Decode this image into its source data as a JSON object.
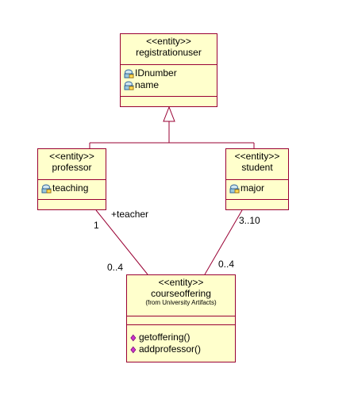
{
  "classes": {
    "registrationuser": {
      "stereotype": "<<entity>>",
      "name": "registrationuser",
      "attributes": [
        "IDnumber",
        "name"
      ]
    },
    "professor": {
      "stereotype": "<<entity>>",
      "name": "professor",
      "attributes": [
        "teaching"
      ]
    },
    "student": {
      "stereotype": "<<entity>>",
      "name": "student",
      "attributes": [
        "major"
      ]
    },
    "courseoffering": {
      "stereotype": "<<entity>>",
      "name": "courseoffering",
      "origin": "(from University Artifacts)",
      "operations": [
        "getoffering()",
        "addprofessor()"
      ]
    }
  },
  "associations": {
    "professor_course": {
      "role": "+teacher",
      "source_mult": "1",
      "target_mult": "0..4"
    },
    "student_course": {
      "source_mult": "3..10",
      "target_mult": "0..4"
    }
  },
  "colors": {
    "box_fill": "#ffffcc",
    "border": "#990033",
    "operation_icon": "#cc33cc"
  },
  "icons": {
    "attribute": "key-lock-icon",
    "operation": "diamond-icon"
  }
}
